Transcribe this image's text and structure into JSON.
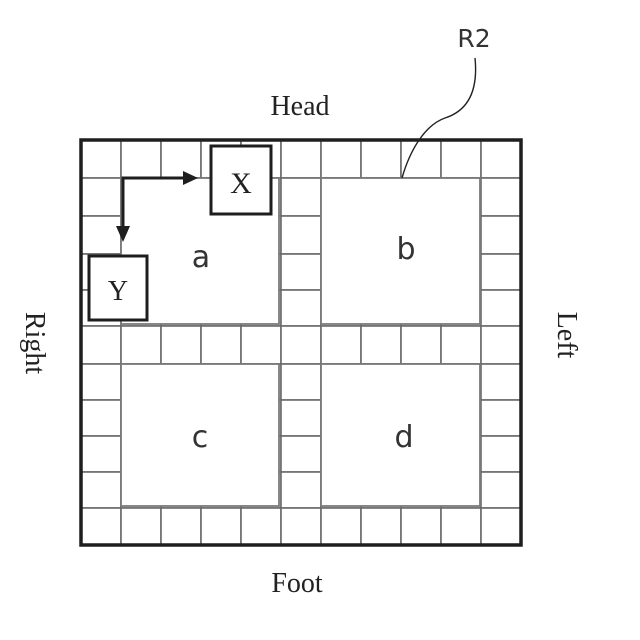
{
  "figure": {
    "labels": {
      "head": "Head",
      "foot": "Foot",
      "left": "Left",
      "right": "Right",
      "reference": "R2"
    },
    "regions": [
      {
        "id": "a",
        "label": "a"
      },
      {
        "id": "b",
        "label": "b"
      },
      {
        "id": "c",
        "label": "c"
      },
      {
        "id": "d",
        "label": "d"
      }
    ],
    "markers": {
      "x": "X",
      "y": "Y"
    }
  }
}
